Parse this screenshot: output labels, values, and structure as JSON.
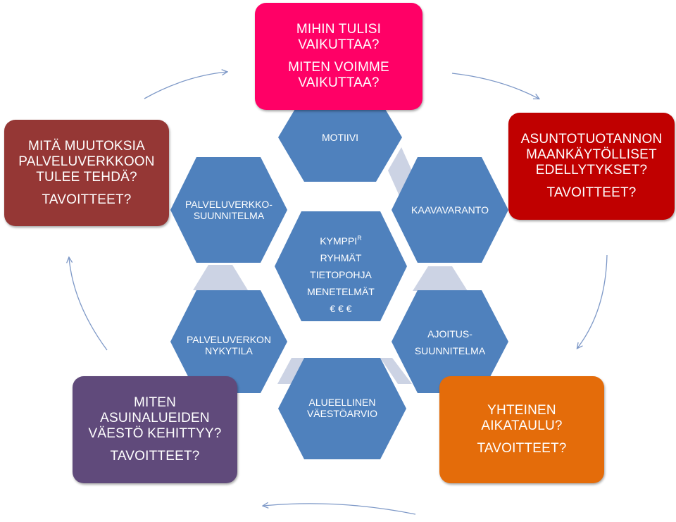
{
  "colors": {
    "hex_fill": "#4f81bd",
    "connector_fill": "#ccd3e4",
    "arrow_stroke": "#7d98c7",
    "pink": "#ff0066",
    "brown": "#953735",
    "red": "#c00000",
    "purple": "#604a7b",
    "orange": "#e46c0a"
  },
  "boxes": {
    "top": {
      "line1": "MIHIN TULISI",
      "line2": "VAIKUTTAA?",
      "line3": "MITEN VOIMME",
      "line4": "VAIKUTTAA?"
    },
    "left_top": {
      "line1": "MITÄ MUUTOKSIA",
      "line2": "PALVELUVERKKOON",
      "line3": "TULEE TEHDÄ?",
      "line4": "TAVOITTEET?"
    },
    "right_top": {
      "line1": "ASUNTOTUOTANNON",
      "line2": "MAANKÄYTÖLLISET",
      "line3": "EDELLYTYKSET?",
      "line4": "TAVOITTEET?"
    },
    "left_bottom": {
      "line1": "MITEN",
      "line2": "ASUINALUEIDEN",
      "line3": "VÄESTÖ KEHITTYY?",
      "line4": "TAVOITTEET?"
    },
    "right_bottom": {
      "line1": "YHTEINEN",
      "line2": "AIKATAULU?",
      "line3": "TAVOITTEET?"
    }
  },
  "hexagons": {
    "motiivi": "MOTIIVI",
    "palveluverkkosuunnitelma": {
      "line1": "PALVELUVERKKO-",
      "line2": "SUUNNITELMA"
    },
    "kaavavaranto": "KAAVAVARANTO",
    "center": {
      "kymppi": "KYMPPI",
      "kymppi_sup": "R",
      "line2": "RYHMÄT",
      "line3": "TIETOPOHJA",
      "line4": "MENETELMÄT",
      "line5": "€ € €"
    },
    "palveluverkon_nykytila": {
      "line1": "PALVELUVERKON",
      "line2": "NYKYTILA"
    },
    "ajoitussuunnitelma": {
      "line1": "AJOITUS-",
      "line2": "SUUNNITELMA"
    },
    "alueellinen_vaestoarvio": {
      "line1": "ALUEELLINEN",
      "line2": "VÄESTÖARVIO"
    }
  }
}
